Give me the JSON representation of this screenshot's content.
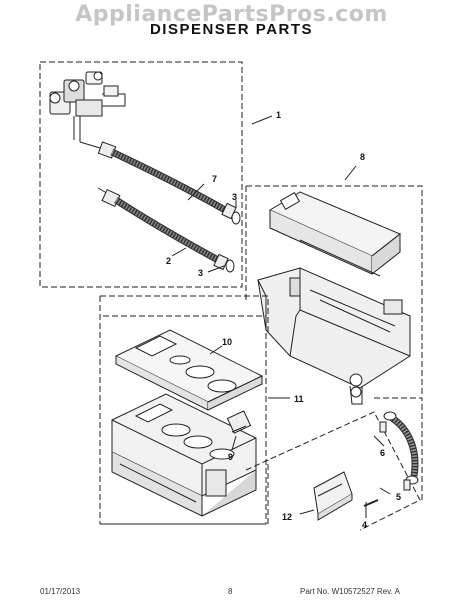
{
  "watermark": "AppliancePartsPros.com",
  "title": "DISPENSER PARTS",
  "callouts": {
    "c1": "1",
    "c2": "2",
    "c3a": "3",
    "c3b": "3",
    "c4": "4",
    "c5": "5",
    "c6": "6",
    "c7": "7",
    "c8": "8",
    "c9": "9",
    "c10": "10",
    "c11": "11",
    "c12": "12"
  },
  "footer": {
    "date": "01/17/2013",
    "page": "8",
    "part_number": "Part No.  W10572527  Rev.  A"
  }
}
